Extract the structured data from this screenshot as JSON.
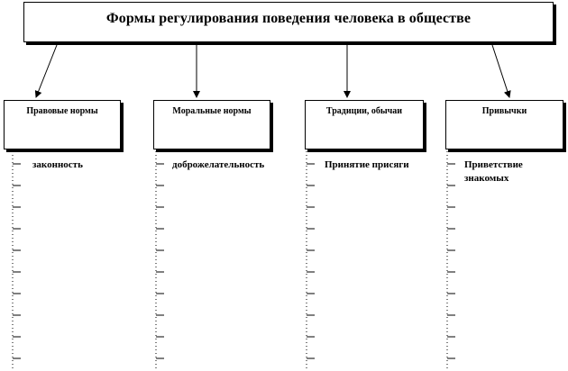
{
  "title": "Формы регулирования поведения человека в обществе",
  "categories": [
    {
      "label": "Правовые нормы",
      "example": "законность"
    },
    {
      "label": "Моральные нормы",
      "example": "доброжелательность"
    },
    {
      "label": "Традиции, обычаи",
      "example": "Принятие присяги"
    },
    {
      "label": "Привычки",
      "example": "Приветствие знакомых"
    }
  ]
}
